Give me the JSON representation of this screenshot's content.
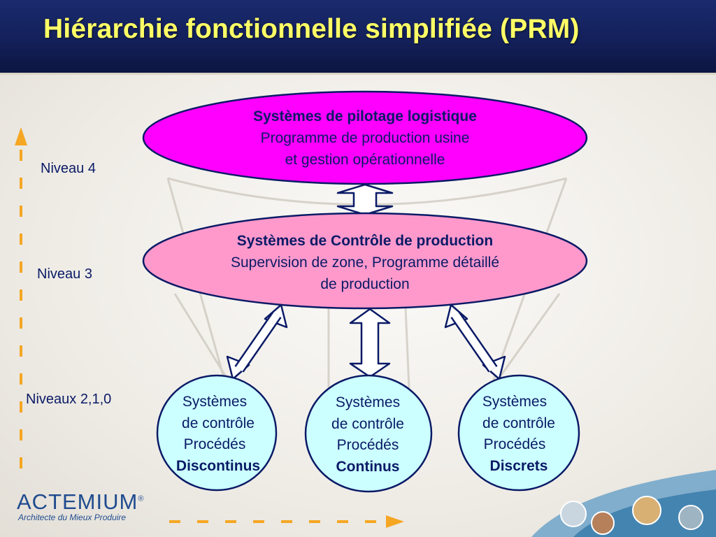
{
  "title": "Hiérarchie fonctionnelle simplifiée (PRM)",
  "levels": {
    "n4": "Niveau 4",
    "n3": "Niveau 3",
    "n210": "Niveaux 2,1,0"
  },
  "top_ellipse": {
    "title": "Systèmes de pilotage logistique",
    "line1": "Programme de production usine",
    "line2": "et gestion opérationnelle"
  },
  "mid_ellipse": {
    "title": "Systèmes de Contrôle de production",
    "line1": "Supervision de zone, Programme détaillé",
    "line2": "de production"
  },
  "circles": [
    {
      "l1": "Systèmes",
      "l2": "de contrôle",
      "l3": "Procédés",
      "l4": "Discontinus"
    },
    {
      "l1": "Systèmes",
      "l2": "de contrôle",
      "l3": "Procédés",
      "l4": "Continus"
    },
    {
      "l1": "Systèmes",
      "l2": "de contrôle",
      "l3": "Procédés",
      "l4": "Discrets"
    }
  ],
  "logo": {
    "name": "ACTEMIUM",
    "tagline": "Architecte du Mieux Produire",
    "registered": "®"
  },
  "colors": {
    "header": "#13205a",
    "title": "#ffff66",
    "top_ellipse": "#ff00ff",
    "mid_ellipse": "#ff99cc",
    "circles": "#ccffff",
    "outline": "#0a1a66",
    "arrow_orange": "#f5a623"
  }
}
